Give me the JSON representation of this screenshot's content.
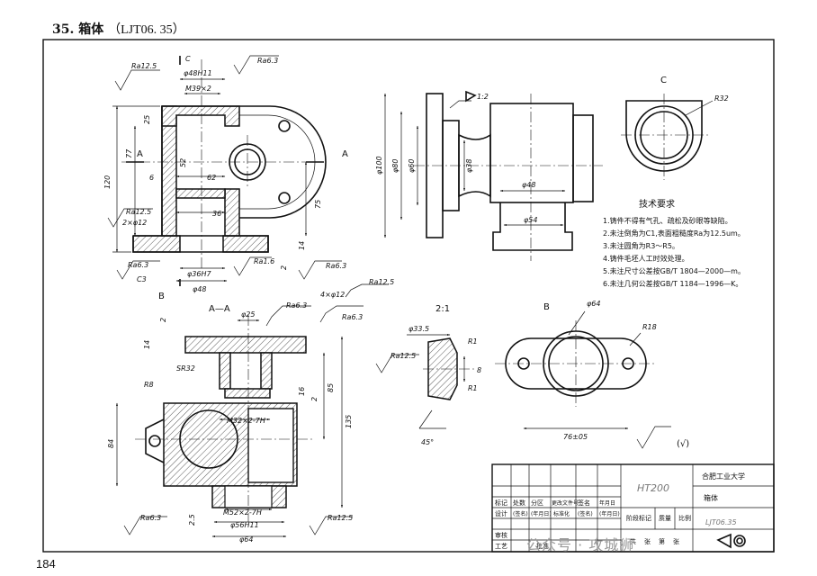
{
  "heading": {
    "number": "35.",
    "title": "箱体",
    "code": "（LJT06. 35）"
  },
  "page_number": "184",
  "views": {
    "section_a_mark": "A",
    "section_c_mark": "C",
    "section_b_mark": "B",
    "section_aa": "A—A",
    "view_c": "C",
    "view_b": "B",
    "detail_scale": "2:1"
  },
  "dimensions_front": {
    "ra_top_left": "Ra12.5",
    "ra_top": "Ra6.3",
    "bore_top": "φ48H11",
    "thread_top": "M39×2",
    "d120": "120",
    "d77": "77",
    "d52": "52",
    "d25": "25",
    "d62": "62",
    "d6": "6",
    "d36": "36",
    "d75": "75",
    "d14": "14",
    "d2": "2",
    "ra_mid": "Ra12.5",
    "holes": "2×φ12",
    "ra_bottom_left": "Ra6.3",
    "chamfer": "C3",
    "bore_bottom": "φ36H7",
    "bore_d48": "φ48",
    "ra_bottom": "Ra1.6",
    "ra_bottom_right": "Ra6.3"
  },
  "dimensions_side": {
    "slope": "1:2",
    "d100": "φ100",
    "d80": "φ80",
    "d60": "φ60",
    "d38": "φ38",
    "d48": "φ48",
    "d54": "φ54"
  },
  "dimensions_c": {
    "r32": "R32"
  },
  "dimensions_aa": {
    "holes": "4×φ12",
    "ra1": "Ra12.5",
    "ra2": "Ra6.3",
    "ra3": "Ra6.3",
    "d25": "φ25",
    "d2": "2",
    "d14": "14",
    "sr32": "SR32",
    "r8": "R8",
    "d16": "16",
    "d85": "85",
    "d2b": "2",
    "d135": "135",
    "d84": "84",
    "thread_mid": "M32×2-7H",
    "thread_bottom": "M52×2-7H",
    "bore": "φ56H11",
    "d64": "φ64",
    "ra_bottom_left": "Ra6.3",
    "ra_bottom_right": "Ra12.5",
    "d25b": "2.5"
  },
  "dimensions_detail": {
    "d335": "φ33.5",
    "r1a": "R1",
    "r1b": "R1",
    "ra": "Ra12.5",
    "d8": "8",
    "angle": "45°"
  },
  "dimensions_b": {
    "d64": "φ64",
    "r18": "R18",
    "span": "76±05"
  },
  "tech_requirements": {
    "title": "技术要求",
    "items": [
      "1.铸件不得有气孔、疏松及砂眼等缺陷。",
      "2.未注倒角为C1,表面粗糙度Ra为12.5um。",
      "3.未注圆角为R3～R5。",
      "4.铸件毛坯人工时效处理。",
      "5.未注尺寸公差按GB/T 1804—2000—m。",
      "6.未注几何公差按GB/T 1184—1996—K。"
    ]
  },
  "general_roughness": "(√)",
  "title_block": {
    "material": "HT200",
    "school": "合肥工业大学",
    "part_name": "箱体",
    "drawing_no": "LJT06.35",
    "row_labels": [
      "标记",
      "设计",
      "审核",
      "工艺"
    ],
    "head1": [
      "处数",
      "分区",
      "更改文件号",
      "签名",
      "年月日"
    ],
    "head2": [
      "(签名)",
      "(年月日)",
      "标准化",
      "(签名)",
      "(年月日)"
    ],
    "stage_labels": [
      "阶段标记",
      "质量",
      "比例"
    ],
    "sheet_labels": [
      "共",
      "张",
      "第",
      "张"
    ],
    "approve": "批准"
  },
  "watermark": "公众号 · 攻城狮"
}
